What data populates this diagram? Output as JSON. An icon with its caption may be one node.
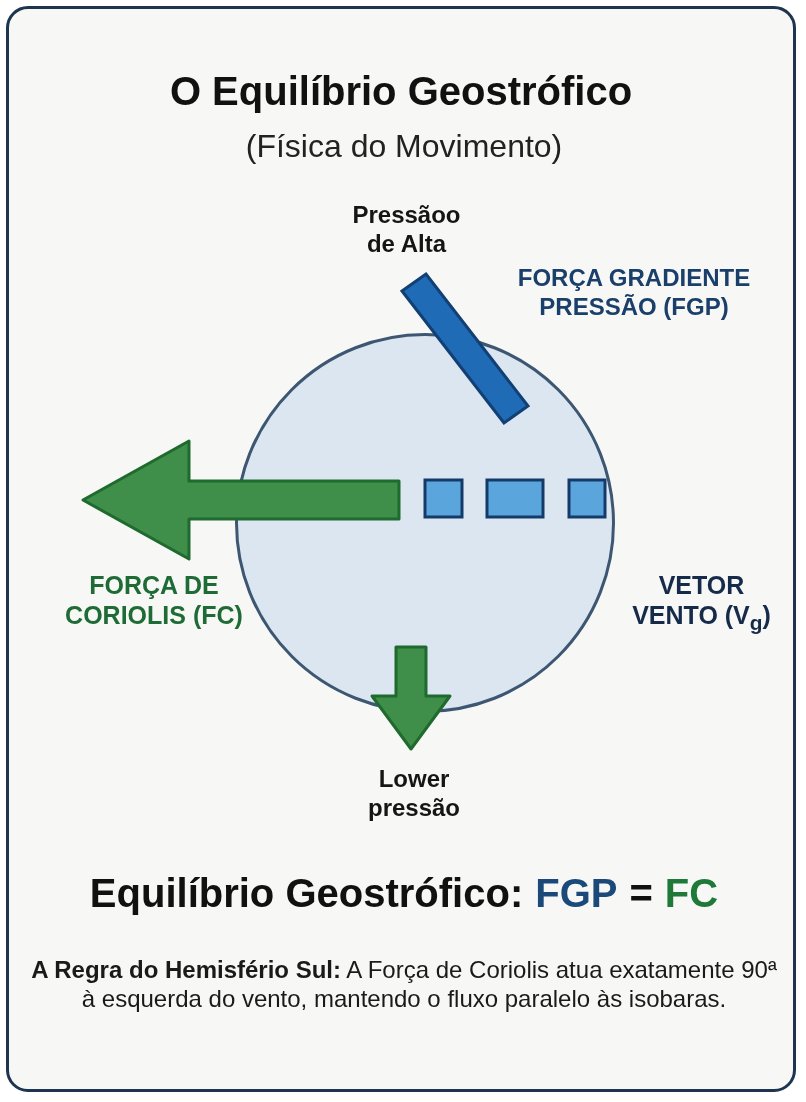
{
  "diagram": {
    "title": "O Equilíbrio Geostrófico",
    "nodes": [
      {
        "text": [],
        "shape": "circle"
      },
      {
        "text": [],
        "shape": "bar"
      }
    ],
    "labels": [
      "(Física do Movimento)",
      "Pressãoo de Alta",
      "FORÇA GRADIENTE PRESSÃO (FGP)",
      "FORÇA DE CORIOLIS (FC)",
      "VETOR VENTO (V$_{g}$)",
      "Lower pressão",
      "Equilíbrio Geostrófico:",
      "FGP",
      "=",
      "FC",
      "**A Regra do Hemisfério Sul:** A Força de Coriolis atua exatamente 90ª à esquerda do vento, mantendo o fluxo paralelo às isobaras."
    ]
  }
}
